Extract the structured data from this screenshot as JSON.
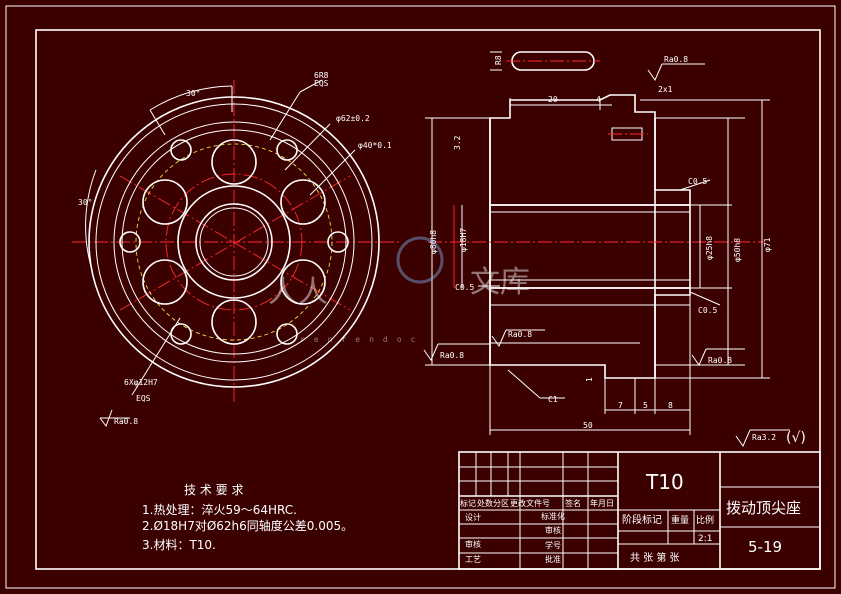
{
  "dimensions": {
    "d62": "φ62±0.2",
    "d40": "φ40*0.1",
    "angle30a": "30°",
    "angle30b": "30°",
    "holes": "6Xφ12H7",
    "holes_sub": "EQS",
    "groove_r": "6R8",
    "groove_sub": "EQS",
    "top_ra": "Ra0.8",
    "l20": "20",
    "l4": "4",
    "c2x1": "2x1",
    "l32": "3.2",
    "d80": "φ80h8",
    "d18": "φ18H7",
    "c05a": "C0.5",
    "c05b": "C0.5",
    "c05c": "C0.5",
    "d25": "φ25h8",
    "d50": "φ50h8",
    "d71": "φ71",
    "ra_inner": "Ra0.8",
    "ra_bore": "Ra0.8",
    "ra_right": "Ra0.8",
    "l1": "1",
    "c1": "C1",
    "l7": "7",
    "l5": "5",
    "l8": "8",
    "l50": "50",
    "ra_left": "Ra0.8",
    "ra_general": "Ra3.2",
    "slot_dim": "R8"
  },
  "watermark": {
    "text": "renrendoc"
  },
  "notes": {
    "title": "技 术 要 求",
    "items": [
      "1.热处理：淬火59～64HRC.",
      "2.Ø18H7对Ø62h6同轴度公差0.005。",
      "3.材料：T10."
    ]
  },
  "title_block": {
    "material": "T10",
    "part_name": "拨动顶尖座",
    "drawing_no": "5-19",
    "scale_label": "比例",
    "scale": "2:1",
    "weight_label": "重量",
    "stage_label": "阶段标记",
    "sheets": "共    张    第    张",
    "header_row": [
      "标记",
      "处数",
      "分区",
      "更改文件号",
      "签名",
      "年月日"
    ],
    "left_rows": [
      "设计",
      "审核",
      "工艺"
    ],
    "mid_rows": [
      "标准化",
      "审核",
      "学号",
      "批准"
    ]
  }
}
